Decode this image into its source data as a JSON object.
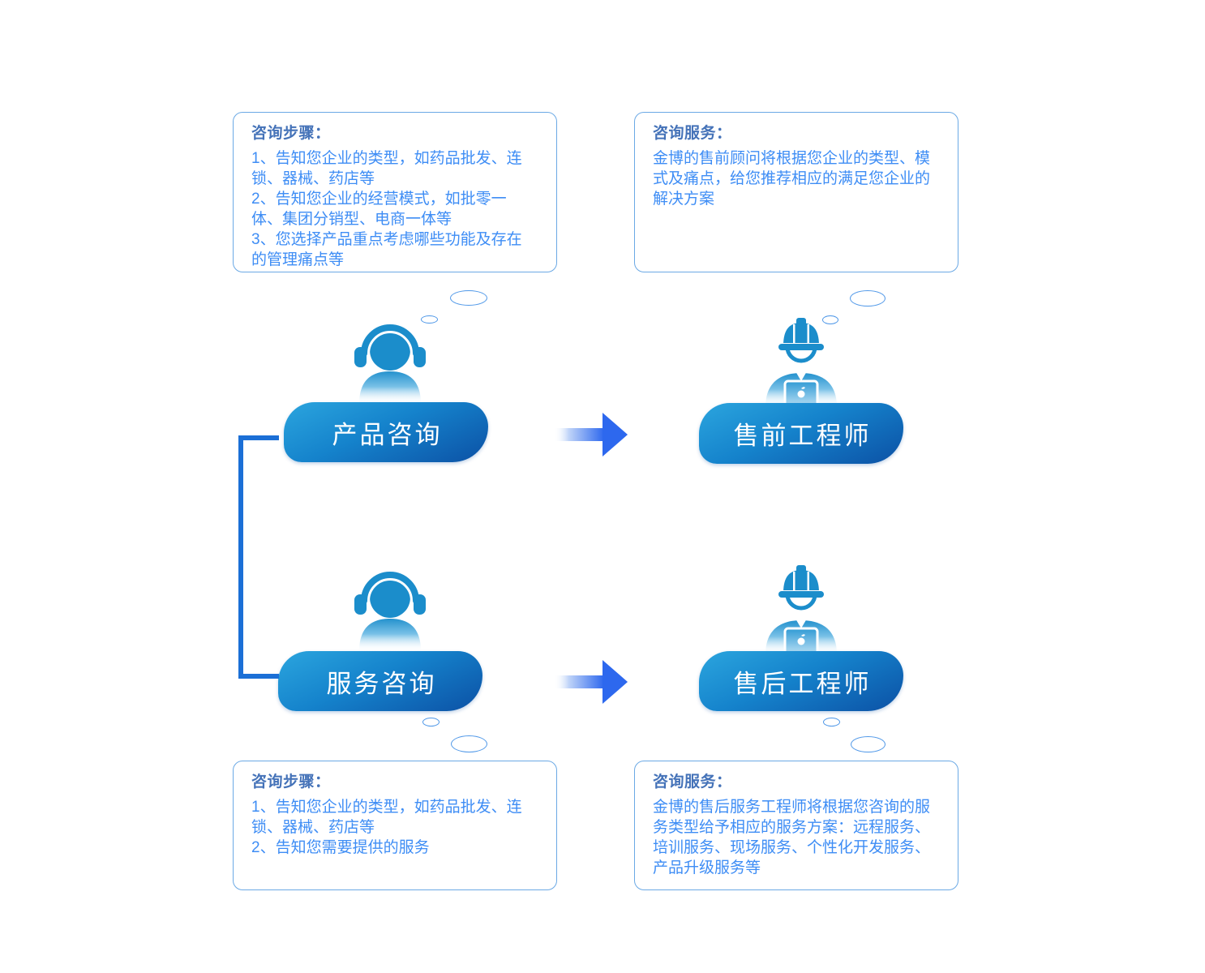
{
  "colors": {
    "box_border": "#6BA9E5",
    "title_text": "#4472B8",
    "body_text": "#3E8DF5",
    "pill_gradient_start": "#2BA5DE",
    "pill_gradient_end": "#0C51A5",
    "pill_text": "#FFFFFF",
    "icon_blue": "#1B8DCB",
    "arrow_blue": "#2D68EE",
    "connector_blue": "#1B6FD6",
    "bubble_border": "#4E97E8"
  },
  "icons": {
    "consultant": "headset-agent-icon",
    "engineer": "engineer-laptop-icon",
    "bubble": "thought-bubble",
    "arrow": "flow-arrow-icon"
  },
  "flows": [
    {
      "steps_box": {
        "title": "咨询步骤：",
        "steps": [
          "1、告知您企业的类型，如药品批发、连锁、器械、药店等",
          "2、告知您企业的经营模式，如批零一体、集团分销型、电商一体等",
          "3、您选择产品重点考虑哪些功能及存在的管理痛点等"
        ]
      },
      "consult_label": "产品咨询",
      "engineer_label": "售前工程师",
      "service_box": {
        "title": "咨询服务：",
        "body": "金博的售前顾问将根据您企业的类型、模式及痛点，给您推荐相应的满足您企业的解决方案"
      }
    },
    {
      "steps_box": {
        "title": "咨询步骤：",
        "steps": [
          "1、告知您企业的类型，如药品批发、连锁、器械、药店等",
          "2、告知您需要提供的服务"
        ]
      },
      "consult_label": "服务咨询",
      "engineer_label": "售后工程师",
      "service_box": {
        "title": "咨询服务：",
        "body": "金博的售后服务工程师将根据您咨询的服务类型给予相应的服务方案：远程服务、培训服务、现场服务、个性化开发服务、产品升级服务等"
      }
    }
  ]
}
